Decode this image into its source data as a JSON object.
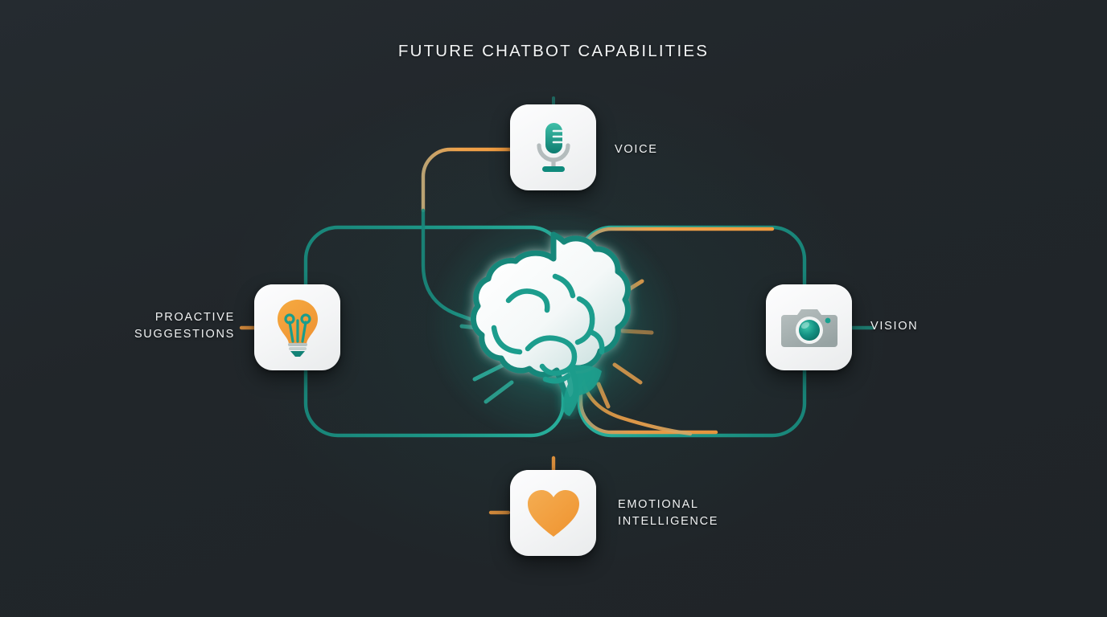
{
  "page": {
    "title": "FUTURE CHATBOT CAPABILITIES",
    "background_color": "#22272b",
    "accent_teal": "#1a8f82",
    "accent_teal_bright": "#26b3a0",
    "accent_orange": "#f09a3e",
    "card_color": "#f5f6f7",
    "text_color": "#f0f2f3"
  },
  "center": {
    "icon": "brain-icon",
    "label": "",
    "glow_color": "#26b3a0"
  },
  "nodes": [
    {
      "id": "voice",
      "label": "VOICE",
      "icon": "microphone-icon",
      "position": "top",
      "accent": "#1a8f82"
    },
    {
      "id": "vision",
      "label": "VISION",
      "icon": "camera-icon",
      "position": "right",
      "accent": "#1a8f82"
    },
    {
      "id": "proactive-suggestions",
      "label": "PROACTIVE\nSUGGESTIONS",
      "icon": "lightbulb-icon",
      "position": "left",
      "accent": "#f09a3e"
    },
    {
      "id": "emotional-intelligence",
      "label": "EMOTIONAL\nINTELLIGENCE",
      "icon": "heart-icon",
      "position": "bottom",
      "accent": "#f09a3e"
    }
  ]
}
